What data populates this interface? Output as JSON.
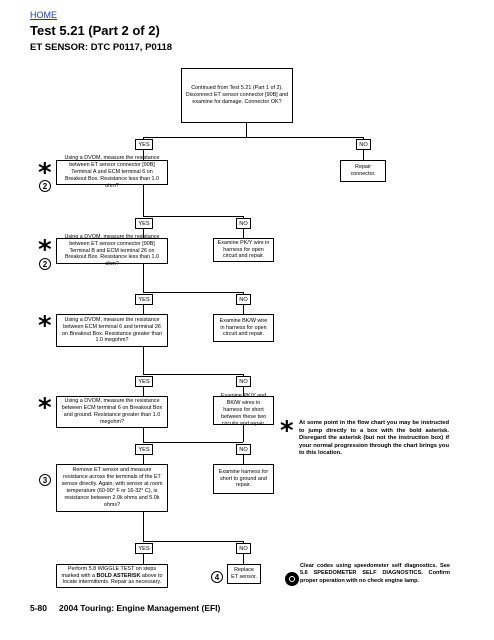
{
  "header": {
    "home": "HOME",
    "title": "Test 5.21 (Part 2 of 2)",
    "subtitle": "ET SENSOR: DTC P0117, P0118"
  },
  "flow": {
    "start": "Continued from Test 5.21 (Part 1 of 2). Disconnect ET sensor connector [90B] and examine for damage. Connector OK?",
    "yes": "YES",
    "no": "NO",
    "step1": "Using a DVOM, measure the resistance between ET sensor connector [90B] Terminal A and ECM terminal 6 on Breakout Box. Resistance less than 1.0 ohm?",
    "step1_no": "Repair connector.",
    "step2": "Using a DVOM, measure the resistance between ET sensor connector [90B] Terminal B and ECM terminal 26 on Breakout Box. Resistance less than 1.0 ohm?",
    "step2_no": "Examine PK/Y wire in harness for open circuit and repair.",
    "step3": "Using a DVOM, measure the resistance between ECM terminal 6 and terminal 26 on Breakout Box. Resistance greater than 1.0 megohm?",
    "step3_no": "Examine BK/W wire in harness for open circuit and repair.",
    "step4": "Using a DVOM, measure the resistance between ECM terminal 6 on Breakout Box and ground. Resistance greater than 1.0 megohm?",
    "step4_no": "Examine PK/Y and BK/W wires in harness for short between these two circuits and repair.",
    "step5": "Remove ET sensor and measure resistance across the terminals of the ET sensor directly. Again, with sensor at room temperature (60-90° F or 16-32° C), is resistance between 2.0k ohms and 5.0k ohms?",
    "step5_no": "Examine harness for short to ground and repair.",
    "step6_a": "Perform 5.8 WIGGLE TEST on steps marked with a ",
    "step6_bold": "BOLD ASTERISK",
    "step6_b": " above to locate intermittents. Repair as necessary.",
    "step6_no": "Replace ET sensor."
  },
  "markers": {
    "asterisk": "*",
    "circle_1": "2",
    "circle_2": "2",
    "circle_3": "3",
    "circle_4": "4"
  },
  "notes": {
    "asterisk_note": "At some point in the flow chart you may be instructed to jump directly to a box with the bold asterisk. Disregard the asterisk (but not the instruction box) if your normal progression through the chart brings you to this location.",
    "diag_note": "Clear codes using speedometer self diagnostics. See 5.6 SPEEDOMETER SELF DIAGNOSTICS. Confirm proper operation with no check engine lamp."
  },
  "footer": {
    "page": "5-80",
    "text": "2004 Touring: Engine Management (EFI)"
  }
}
